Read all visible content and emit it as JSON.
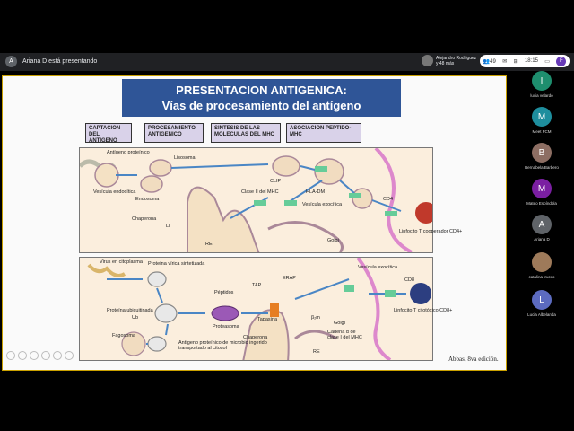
{
  "meeting": {
    "presenter_label": "Ariana D está presentando",
    "presenter_initial": "A",
    "others_label_1": "Alejandro Rodriguez",
    "others_label_2": "y 48 más",
    "participant_count": "49",
    "time": "18:15",
    "self_initial": "F"
  },
  "slide": {
    "title_line1": "PRESENTACION ANTIGENICA:",
    "title_line2": "Vías de procesamiento del antígeno",
    "headers": [
      "CAPTACION DEL ANTIGENO",
      "PROCESAMIENTO ANTIGENICO",
      "SINTESIS DE LAS MOLECULAS DEL MHC",
      "ASOCIACION PEPTIDO-MHC"
    ],
    "top_labels": {
      "antigen": "Antígeno proteínico",
      "vesicle": "Vesícula endocítica",
      "lysosome": "Lisosoma",
      "endosome": "Endosoma",
      "clip": "CLIP",
      "classII": "Clase II del MHC",
      "hladm": "HLA-DM",
      "exo": "Vesícula exocítica",
      "cd4": "CD4",
      "chaperone": "Chaperona",
      "li": "Li",
      "re": "RE",
      "golgi": "Golgi",
      "lymph": "Linfocito T cooperador CD4+"
    },
    "bottom_labels": {
      "virus": "Virus en citoplasma",
      "viralprot": "Proteína vírica sintetizada",
      "ubprot": "Proteína ubicuitinada",
      "ub": "Ub",
      "peptides": "Péptidos",
      "tap": "TAP",
      "erap": "ERAP",
      "proteasome": "Proteasoma",
      "tapasin": "Tapasina",
      "b2m": "β₂m",
      "golgi": "Golgi",
      "exo": "Vesícula exocítica",
      "cd8": "CD8",
      "lymph": "Linfocito T citotóxico CD8+",
      "phago": "Fagosoma",
      "microbe": "Antígeno proteínico de microbio ingerido transportado al citosol",
      "chaperone": "Chaperona",
      "chain": "Cadena α de clase I del MHC",
      "re": "RE"
    },
    "credit": "Abbas, 8va edición."
  },
  "participants": [
    {
      "initial": "I",
      "name": "lucia velardo",
      "color": "#1e8e6e"
    },
    {
      "initial": "M",
      "name": "Meet FCM",
      "color": "#1e8e9e"
    },
    {
      "initial": "B",
      "name": "Bernabela Barbero",
      "color": "#8d6e63"
    },
    {
      "initial": "M",
      "name": "Mateo Espíndola",
      "color": "#7b1fa2"
    },
    {
      "initial": "A",
      "name": "Ariana D",
      "color": "#5f6368"
    },
    {
      "initial": "",
      "name": "catalina trucco",
      "color": "#9e7a5a"
    },
    {
      "initial": "L",
      "name": "Lucia Albelanda",
      "color": "#5c6bc0"
    }
  ]
}
